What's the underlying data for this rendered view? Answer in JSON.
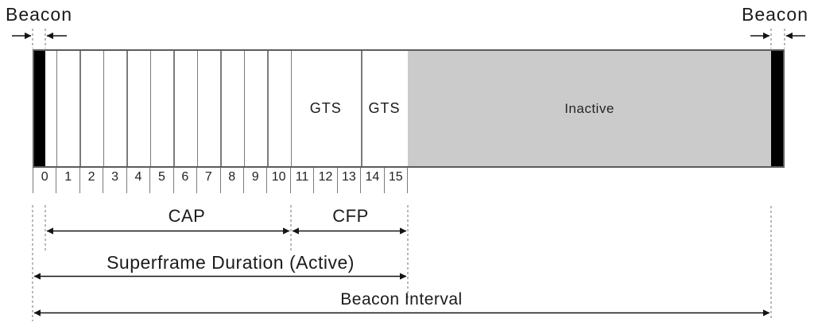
{
  "labels": {
    "beacon_left": "Beacon",
    "beacon_right": "Beacon",
    "gts1": "GTS",
    "gts2": "GTS",
    "inactive": "Inactive",
    "cap": "CAP",
    "cfp": "CFP",
    "superframe_duration": "Superframe Duration (Active)",
    "beacon_interval": "Beacon Interval"
  },
  "slot_numbers": [
    "0",
    "1",
    "2",
    "3",
    "4",
    "5",
    "6",
    "7",
    "8",
    "9",
    "10",
    "11",
    "12",
    "13",
    "14",
    "15"
  ],
  "colors": {
    "inactive_fill": "#cbcbcb",
    "beacon_fill": "#000000"
  }
}
